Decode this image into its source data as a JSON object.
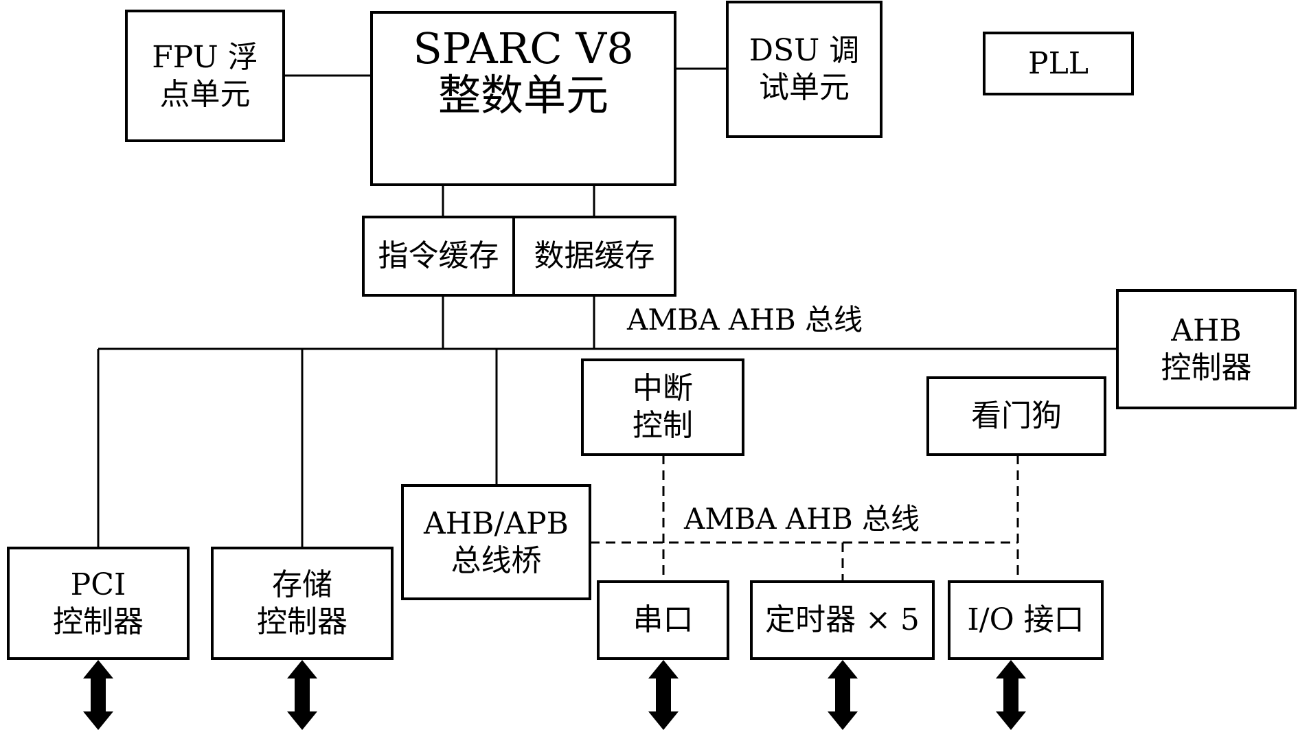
{
  "diagram": {
    "blocks": {
      "fpu": {
        "lines": [
          "FPU 浮",
          "点单元"
        ]
      },
      "iu": {
        "lines": [
          "SPARC V8",
          "整数单元"
        ]
      },
      "dsu": {
        "lines": [
          "DSU 调",
          "试单元"
        ]
      },
      "pll": {
        "lines": [
          "PLL"
        ]
      },
      "icache": {
        "lines": [
          "指令缓存"
        ]
      },
      "dcache": {
        "lines": [
          "数据缓存"
        ]
      },
      "ahb_ctrl": {
        "lines": [
          "AHB",
          "控制器"
        ]
      },
      "irq_ctrl": {
        "lines": [
          "中断",
          "控制"
        ]
      },
      "watchdog": {
        "lines": [
          "看门狗"
        ]
      },
      "bridge": {
        "lines": [
          "AHB/APB",
          "总线桥"
        ]
      },
      "pci": {
        "lines": [
          "PCI",
          "控制器"
        ]
      },
      "mem_ctrl": {
        "lines": [
          "存储",
          "控制器"
        ]
      },
      "uart": {
        "lines": [
          "串口"
        ]
      },
      "timers": {
        "lines": [
          "定时器 × 5"
        ]
      },
      "io": {
        "lines": [
          "I/O 接口"
        ]
      }
    },
    "bus_labels": {
      "ahb": "AMBA AHB 总线",
      "apb": "AMBA AHB 总线"
    },
    "connections": [
      {
        "from": "fpu",
        "to": "iu",
        "style": "solid"
      },
      {
        "from": "iu",
        "to": "dsu",
        "style": "solid"
      },
      {
        "from": "iu",
        "to": "icache",
        "style": "solid"
      },
      {
        "from": "iu",
        "to": "dcache",
        "style": "solid"
      },
      {
        "from": "icache",
        "to": "ahb_bus",
        "style": "solid"
      },
      {
        "from": "dcache",
        "to": "ahb_bus",
        "style": "solid"
      },
      {
        "from": "ahb_bus",
        "to": "ahb_ctrl",
        "style": "solid"
      },
      {
        "from": "ahb_bus",
        "to": "pci",
        "style": "solid"
      },
      {
        "from": "ahb_bus",
        "to": "mem_ctrl",
        "style": "solid"
      },
      {
        "from": "ahb_bus",
        "to": "bridge",
        "style": "solid"
      },
      {
        "from": "bridge",
        "to": "apb_bus",
        "style": "dashed"
      },
      {
        "from": "irq_ctrl",
        "to": "uart",
        "style": "dashed"
      },
      {
        "from": "apb_bus",
        "to": "timers",
        "style": "dashed"
      },
      {
        "from": "watchdog",
        "to": "io",
        "style": "dashed"
      }
    ],
    "external_io": [
      "pci",
      "mem_ctrl",
      "uart",
      "timers",
      "io"
    ]
  }
}
